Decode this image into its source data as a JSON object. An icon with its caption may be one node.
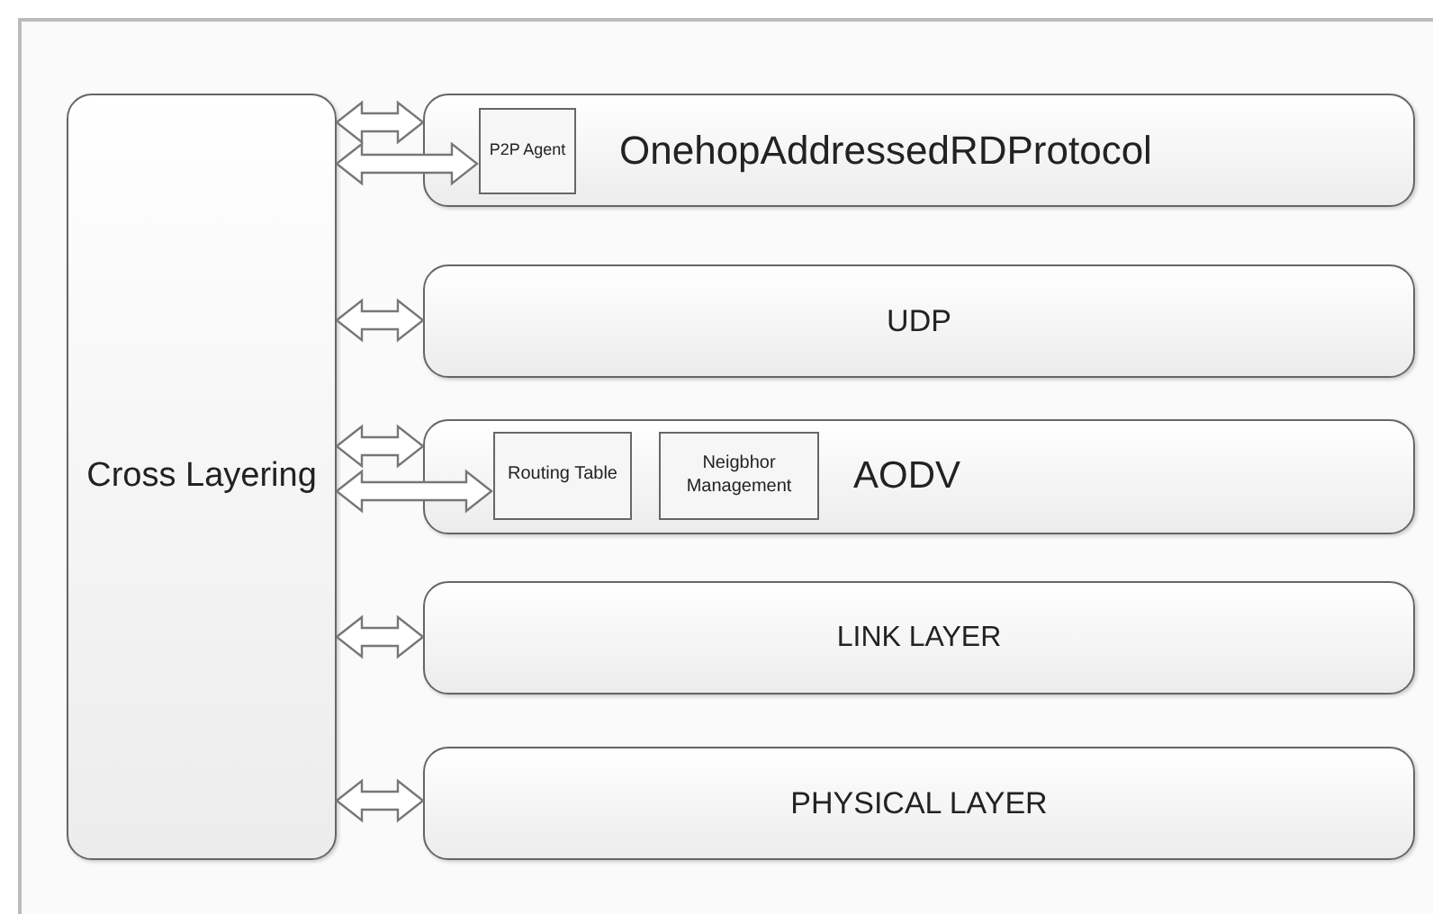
{
  "diagram": {
    "nodes": [
      {
        "text": [
          "Cross Layering"
        ]
      },
      {
        "text": [
          "OnehopAddressedRDProtocol"
        ]
      },
      {
        "text": [
          "P2P Agent"
        ],
        "in": 1
      },
      {
        "text": [
          "UDP"
        ]
      },
      {
        "text": [
          "AODV"
        ]
      },
      {
        "text": [
          "Routing Table"
        ],
        "in": 4
      },
      {
        "text": [
          "Neigbhor Management"
        ],
        "in": 4
      },
      {
        "text": [
          "LINK LAYER"
        ]
      },
      {
        "text": [
          "PHYSICAL LAYER"
        ]
      }
    ],
    "edges": [
      {
        "from": 0,
        "to": 1,
        "arrow": "both"
      },
      {
        "from": 0,
        "to": 2,
        "arrow": "both"
      },
      {
        "from": 0,
        "to": 3,
        "arrow": "both"
      },
      {
        "from": 0,
        "to": 4,
        "arrow": "both"
      },
      {
        "from": 0,
        "to": 5,
        "arrow": "both"
      },
      {
        "from": 0,
        "to": 7,
        "arrow": "both"
      },
      {
        "from": 0,
        "to": 8,
        "arrow": "both"
      }
    ]
  }
}
